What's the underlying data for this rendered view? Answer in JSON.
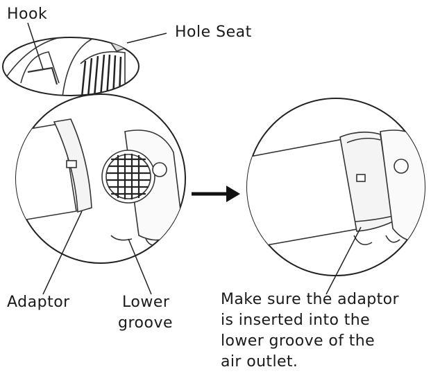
{
  "labels": {
    "hook": "Hook",
    "hole_seat": "Hole Seat",
    "adaptor": "Adaptor",
    "lower_groove_line1": "Lower",
    "lower_groove_line2": "groove"
  },
  "instruction": {
    "lines": [
      "Make sure the adaptor",
      "is inserted into the",
      "lower groove of the",
      "air outlet."
    ]
  }
}
